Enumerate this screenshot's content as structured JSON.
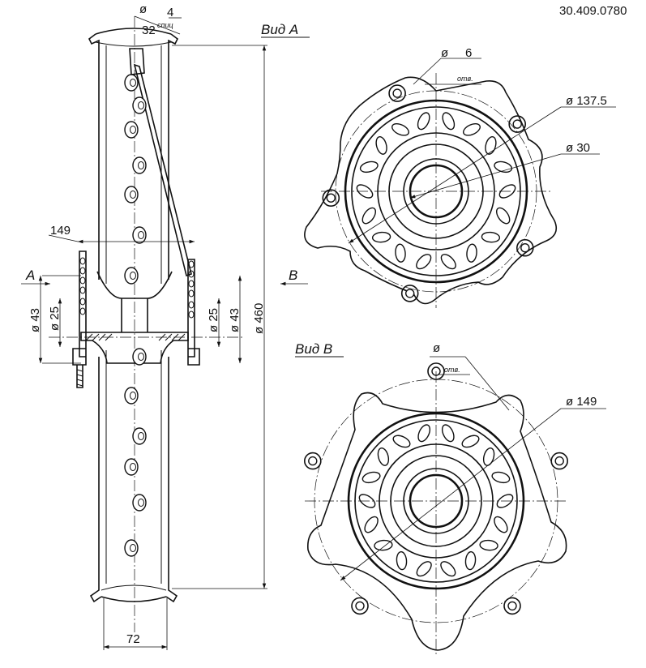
{
  "drawing": {
    "number": "30.409.0780",
    "views": {
      "view_a": "Вид А",
      "view_b": "Вид В",
      "marker_a": "А",
      "marker_b": "В"
    },
    "dimensions": {
      "spoke_dia_sym": "ø",
      "spoke_dia": "4",
      "spoke_count": "32",
      "spoke_count_sub": "спиц",
      "width_149": "149",
      "d43_left": "ø 43",
      "d25_left": "ø 25",
      "d25_right": "ø 25",
      "d43_right": "ø 43",
      "d460": "ø 460",
      "rim_width": "72",
      "hole6_sym": "ø",
      "hole6": "6",
      "hole6_note": "отв.",
      "d137": "ø 137.5",
      "d30": "ø 30",
      "holeB_sym": "ø",
      "holeB_note": "отв.",
      "d149": "ø 149"
    }
  }
}
